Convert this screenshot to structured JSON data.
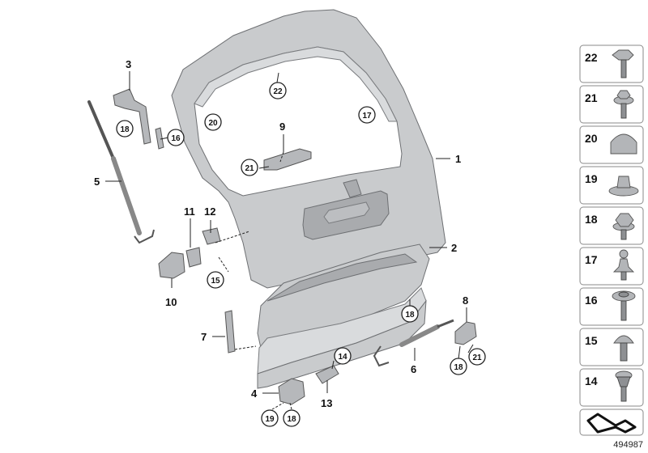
{
  "callouts": {
    "c1": "1",
    "c2": "2",
    "c3": "3",
    "c4": "4",
    "c5": "5",
    "c6": "6",
    "c7": "7",
    "c8": "8",
    "c9": "9",
    "c10": "10",
    "c11": "11",
    "c12": "12",
    "c13": "13"
  },
  "circles": {
    "r22_top": "22",
    "r20": "20",
    "r17": "17",
    "r21_mid": "21",
    "r18_left": "18",
    "r16": "16",
    "r15": "15",
    "r18_center": "18",
    "r18_right": "18",
    "r21_right": "21",
    "r14": "14",
    "r19": "19",
    "r18_bottom": "18"
  },
  "legend": [
    "22",
    "21",
    "20",
    "19",
    "18",
    "17",
    "16",
    "15",
    "14"
  ],
  "reference_number": "494987"
}
